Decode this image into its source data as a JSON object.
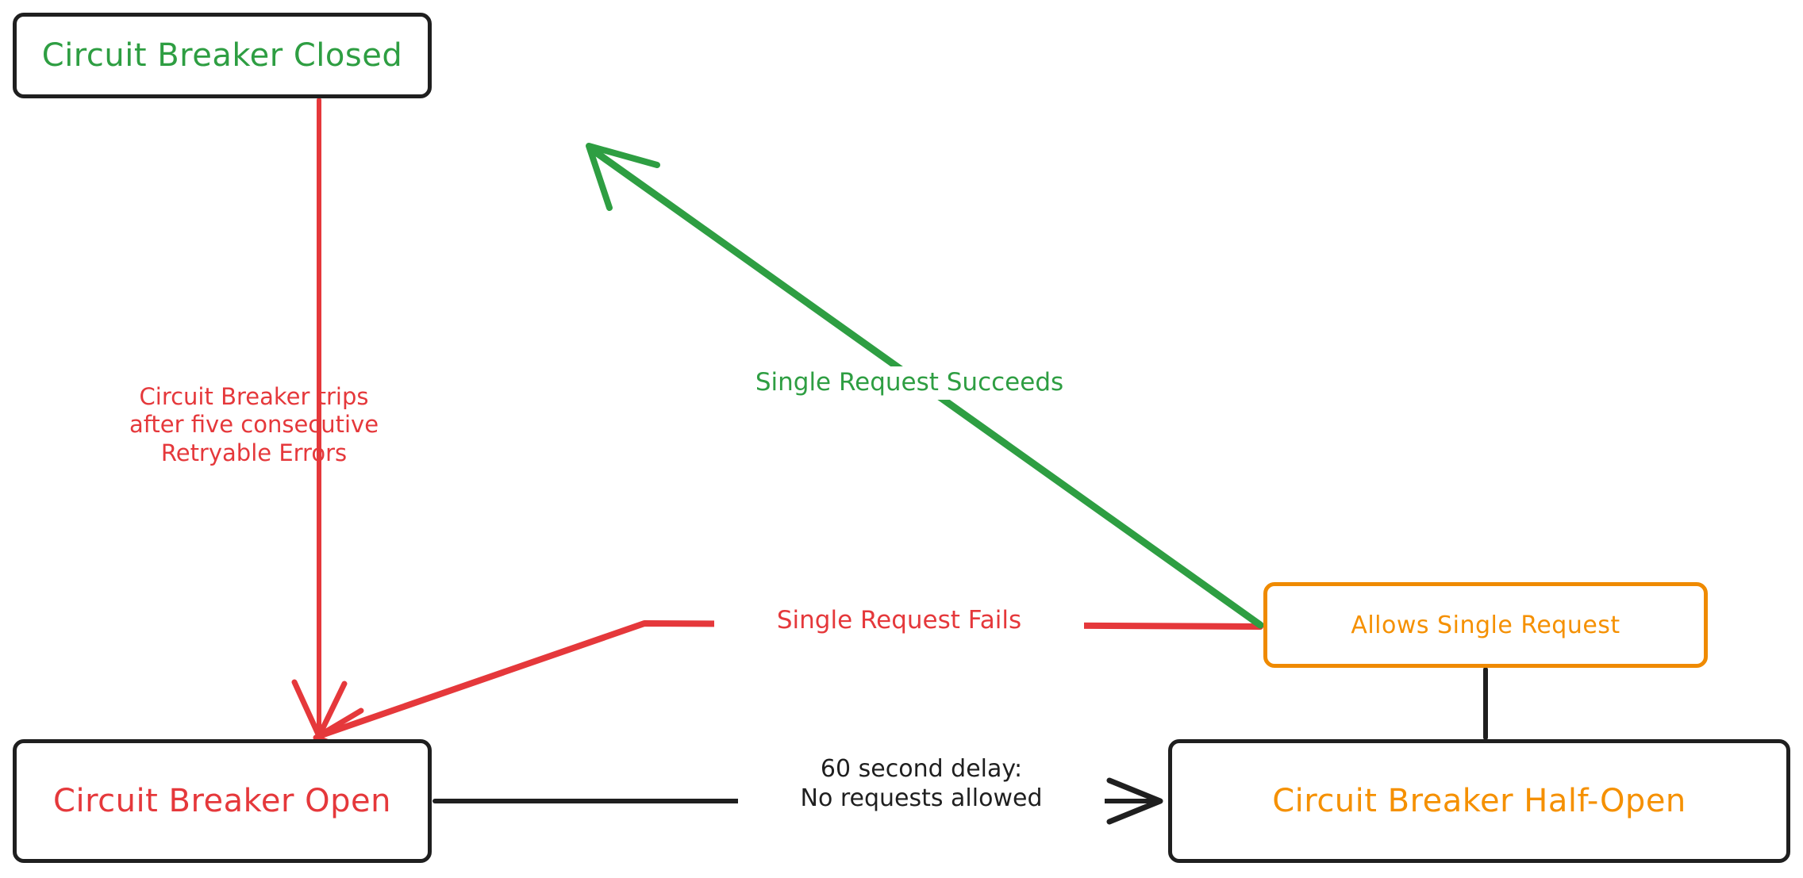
{
  "diagram": {
    "type": "state-diagram",
    "title": "Circuit Breaker State Machine",
    "background_color": "#ffffff",
    "colors": {
      "red": "#e5383b",
      "green": "#2e9e42",
      "orange": "#ef8a00",
      "orange_text": "#f59000",
      "black": "#1f1f1f"
    },
    "nodes": [
      {
        "id": "closed",
        "label": "Circuit Breaker Closed",
        "text_color": "#2e9e42",
        "border_color": "#1f1f1f"
      },
      {
        "id": "open",
        "label": "Circuit Breaker Open",
        "text_color": "#e5383b",
        "border_color": "#1f1f1f"
      },
      {
        "id": "half_open",
        "label": "Circuit Breaker Half-Open",
        "text_color": "#f59000",
        "border_color": "#1f1f1f"
      },
      {
        "id": "allows_single_request",
        "label": "Allows Single Request",
        "text_color": "#f59000",
        "border_color": "#ef8a00"
      }
    ],
    "edges": [
      {
        "id": "closed-to-open",
        "from": "closed",
        "to": "open",
        "label": "Circuit Breaker trips\nafter five consecutive\nRetryable Errors",
        "color": "#e5383b",
        "arrowhead": true
      },
      {
        "id": "allows-to-closed",
        "from": "allows_single_request",
        "to": "closed",
        "label": "Single Request Succeeds",
        "color": "#2e9e42",
        "arrowhead": true
      },
      {
        "id": "allows-to-open",
        "from": "allows_single_request",
        "to": "open",
        "label": "Single Request Fails",
        "color": "#e5383b",
        "arrowhead": true
      },
      {
        "id": "open-to-half-open",
        "from": "open",
        "to": "half_open",
        "label": "60 second delay:\nNo requests allowed",
        "color": "#1f1f1f",
        "arrowhead": true
      },
      {
        "id": "allows-to-half-open",
        "from": "allows_single_request",
        "to": "half_open",
        "label": "",
        "color": "#1f1f1f",
        "arrowhead": false
      }
    ]
  }
}
